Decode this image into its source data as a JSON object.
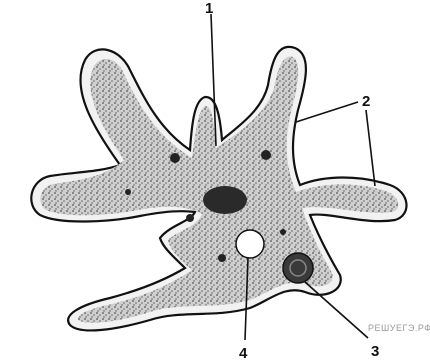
{
  "figure": {
    "labels": [
      {
        "id": "1",
        "text": "1"
      },
      {
        "id": "2",
        "text": "2"
      },
      {
        "id": "3",
        "text": "3"
      },
      {
        "id": "4",
        "text": "4"
      }
    ],
    "watermark": "РЕШУЕГЭ.РФ",
    "colors": {
      "ink": "#111111",
      "cytoplasm": "#c9c9c9",
      "ectoplasm": "#f2f2f2",
      "nucleus": "#2a2a2a",
      "vacuole": "#ffffff"
    }
  }
}
